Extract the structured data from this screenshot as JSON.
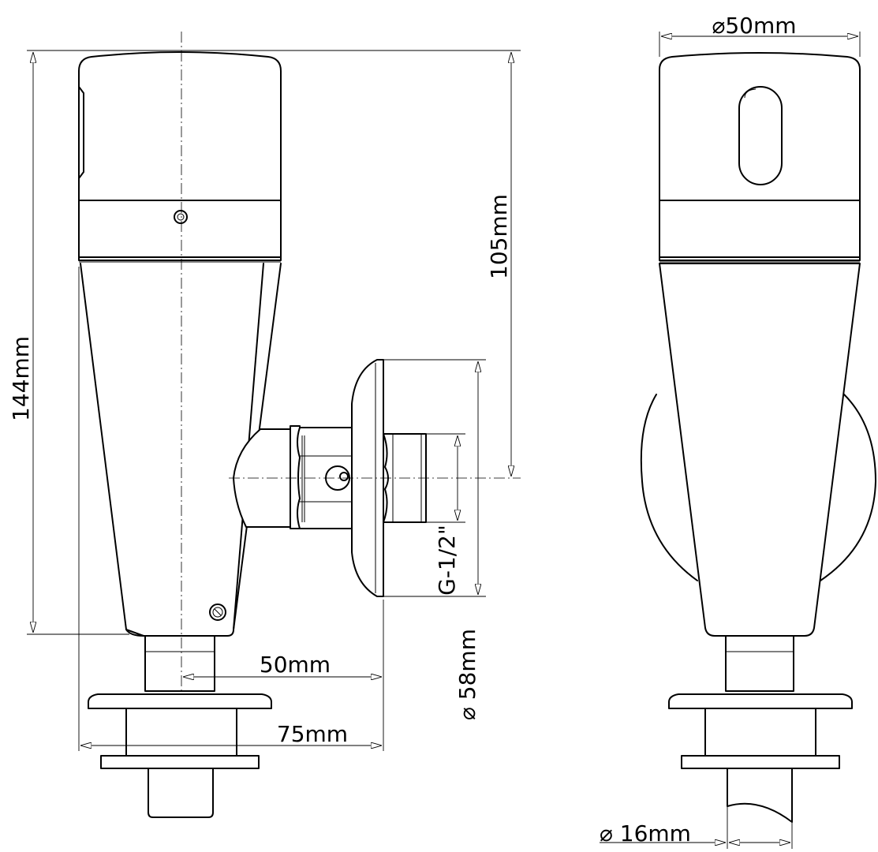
{
  "dimensions": {
    "total_height": "144mm",
    "outlet_height": "105mm",
    "thread": "G-1/2\"",
    "flange_diameter": "58mm",
    "center_offset": "50mm",
    "overall_depth": "75mm",
    "body_diameter": "50mm",
    "tail_diameter": "16mm"
  },
  "symbols": {
    "diameter": "⌀"
  }
}
